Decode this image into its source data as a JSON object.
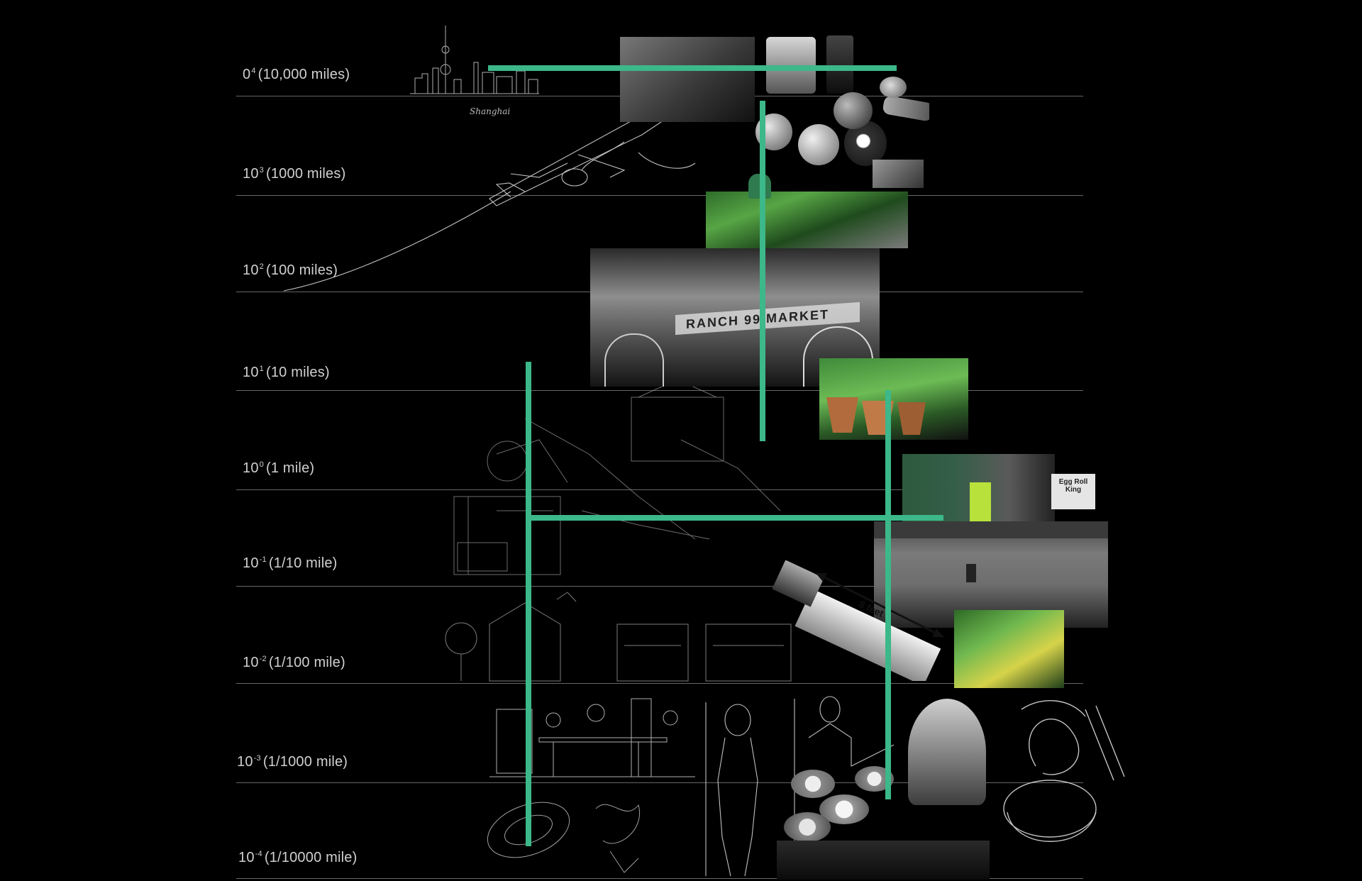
{
  "diagram": {
    "accent_color": "#3cb88a",
    "line_color": "#8a8a8a",
    "scales": [
      {
        "base": "0",
        "exp": "4",
        "suffix": "(10,000 miles)"
      },
      {
        "base": "10",
        "exp": "3",
        "suffix": "(1000 miles)"
      },
      {
        "base": "10",
        "exp": "2",
        "suffix": "(100 miles)"
      },
      {
        "base": "10",
        "exp": "1",
        "suffix": "(10 miles)"
      },
      {
        "base": "10",
        "exp": "0",
        "suffix": "(1 mile)"
      },
      {
        "base": "10",
        "exp": "-1",
        "suffix": "(1/10 mile)"
      },
      {
        "base": "10",
        "exp": "-2",
        "suffix": "(1/100 mile)"
      },
      {
        "base": "10",
        "exp": "-3",
        "suffix": "(1/1000 mile)"
      },
      {
        "base": "10",
        "exp": "-4",
        "suffix": "(1/10000 mile)"
      }
    ],
    "skyline_caption": "Shanghai",
    "truck_length_label": "8 feet",
    "sign_text": "Egg Roll King",
    "market_sign": "RANCH 99 MARKET"
  }
}
